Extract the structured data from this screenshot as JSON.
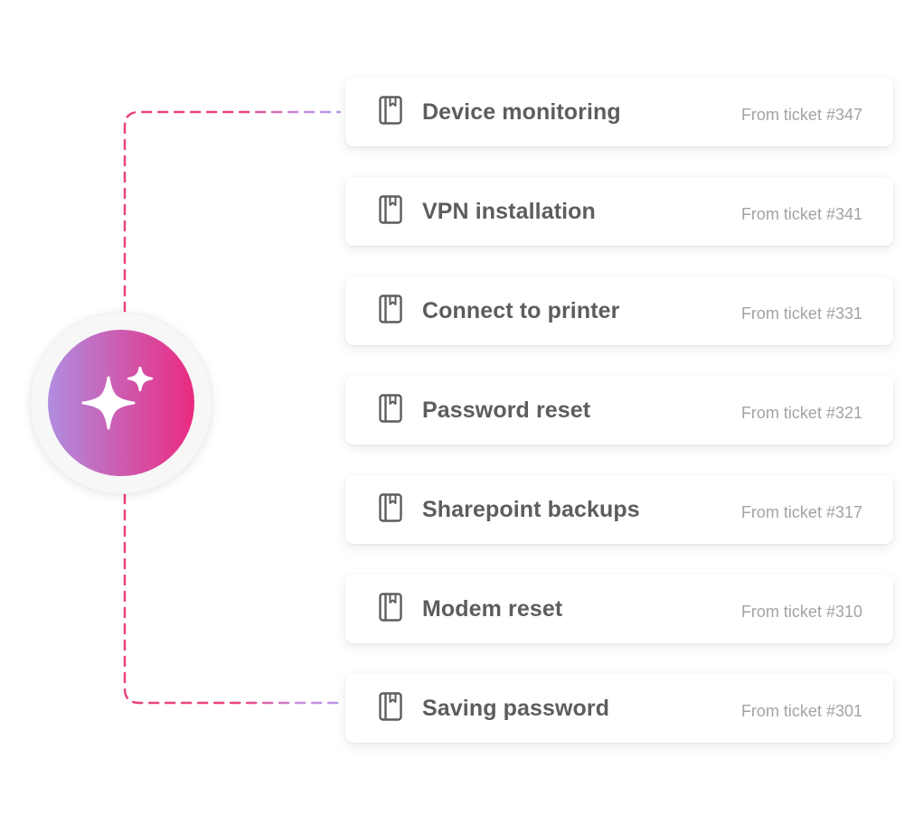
{
  "colors": {
    "gradient_start": "#b08de0",
    "gradient_end": "#ea2a80",
    "line_pink": "#e8437f",
    "line_purple": "#b996e6",
    "title_text": "#5d5d5d",
    "source_text": "#a3a3a3",
    "icon_stroke": "#5d5d5d"
  },
  "hub": {
    "icon": "sparkles-icon"
  },
  "items": [
    {
      "title": "Device monitoring",
      "source": "From ticket #347",
      "icon": "document-bookmark-icon"
    },
    {
      "title": "VPN installation",
      "source": "From ticket #341",
      "icon": "document-bookmark-icon"
    },
    {
      "title": "Connect to printer",
      "source": "From ticket #331",
      "icon": "document-bookmark-icon"
    },
    {
      "title": "Password reset",
      "source": "From ticket #321",
      "icon": "document-bookmark-icon"
    },
    {
      "title": "Sharepoint backups",
      "source": "From ticket #317",
      "icon": "document-bookmark-icon"
    },
    {
      "title": "Modem reset",
      "source": "From ticket #310",
      "icon": "document-bookmark-icon"
    },
    {
      "title": "Saving password",
      "source": "From ticket #301",
      "icon": "document-bookmark-icon"
    }
  ]
}
